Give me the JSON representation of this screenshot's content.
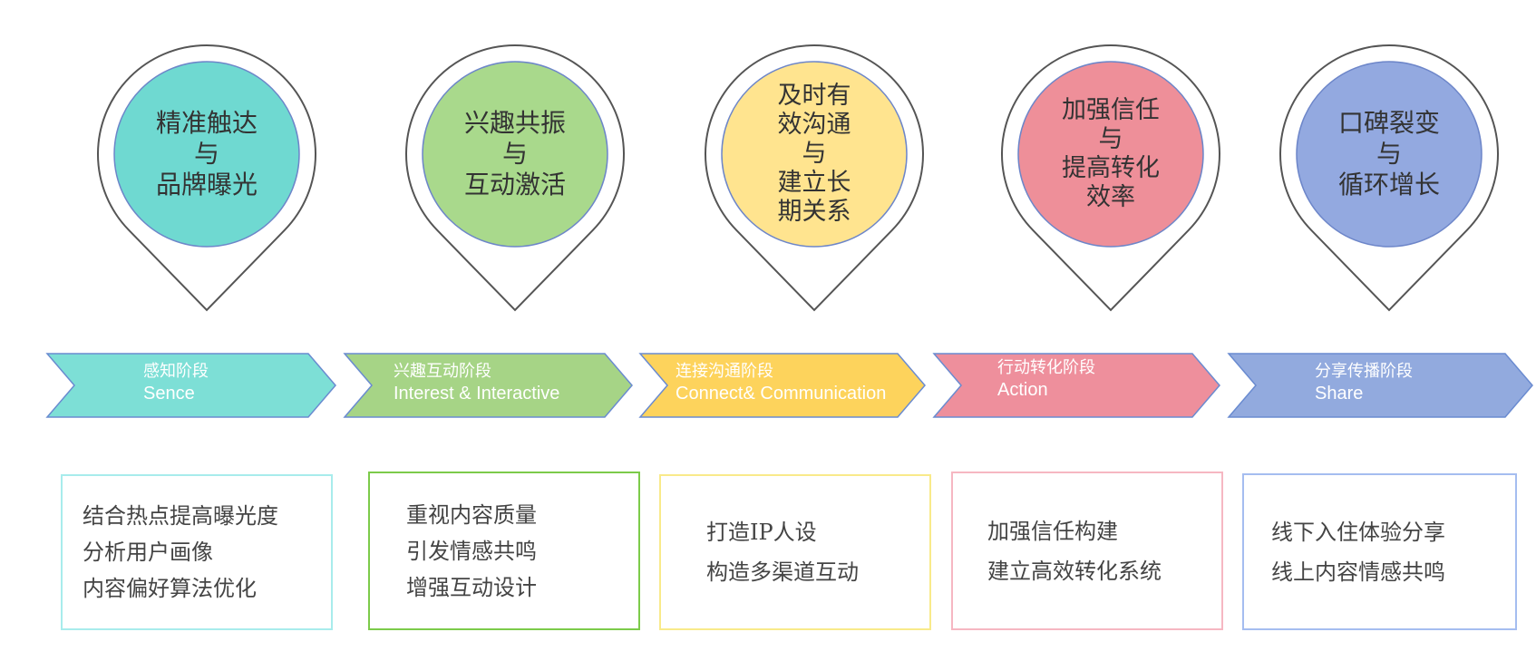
{
  "stages": [
    {
      "pin_text": [
        "精准触达",
        "与",
        "品牌曝光"
      ],
      "stage_cn": "感知阶段",
      "stage_en": "Sence",
      "details": [
        "结合热点提高曝光度",
        "分析用户画像",
        "内容偏好算法优化"
      ],
      "fill_color": "#7ddfd6",
      "circle_color": "#6fd9d1",
      "box_border_color": "#a8ecec"
    },
    {
      "pin_text": [
        "兴趣共振",
        "与",
        "互动激活"
      ],
      "stage_cn": "兴趣互动阶段",
      "stage_en": "Interest & Interactive",
      "details": [
        "重视内容质量",
        "引发情感共鸣",
        "增强互动设计"
      ],
      "fill_color": "#a6d486",
      "circle_color": "#a9d98c",
      "box_border_color": "#7ccb4a"
    },
    {
      "pin_text": [
        "及时有",
        "效沟通",
        "与",
        "建立长",
        "期关系"
      ],
      "stage_cn": "连接沟通阶段",
      "stage_en": "Connect& Communication",
      "details": [
        "打造IP人设",
        "构造多渠道互动"
      ],
      "fill_color": "#fdd35c",
      "circle_color": "#ffe48f",
      "box_border_color": "#f9ea8a"
    },
    {
      "pin_text": [
        "加强信任",
        "与",
        "提高转化",
        "效率"
      ],
      "stage_cn": "行动转化阶段",
      "stage_en": "Action",
      "details": [
        "加强信任构建",
        "建立高效转化系统"
      ],
      "fill_color": "#ee8f9c",
      "circle_color": "#ee8f99",
      "box_border_color": "#f6b7c2"
    },
    {
      "pin_text": [
        "口碑裂变",
        "与",
        "循环增长"
      ],
      "stage_cn": "分享传播阶段",
      "stage_en": "Share",
      "details": [
        "线下入住体验分享",
        "线上内容情感共鸣"
      ],
      "fill_color": "#92aade",
      "circle_color": "#93a9e0",
      "box_border_color": "#a5bdf0"
    }
  ]
}
